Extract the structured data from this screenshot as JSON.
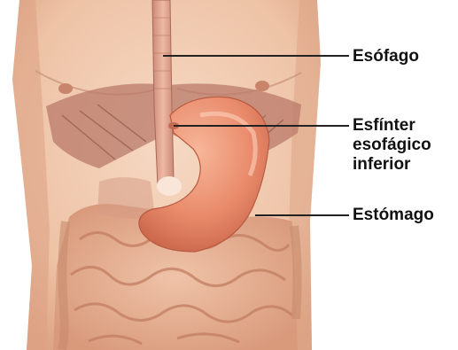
{
  "labels": {
    "esofago": "Esófago",
    "esfinter_line1": "Esfínter",
    "esfinter_line2": "esofágico",
    "esfinter_line3": "inferior",
    "estomago": "Estómago"
  },
  "colors": {
    "skin": "#eec3a6",
    "skin_shadow": "#d99f82",
    "stomach": "#e68a6c",
    "intestine": "#e2a98b",
    "muscle": "#b97a6a",
    "leader_line": "#222222",
    "label_text": "#111111"
  }
}
